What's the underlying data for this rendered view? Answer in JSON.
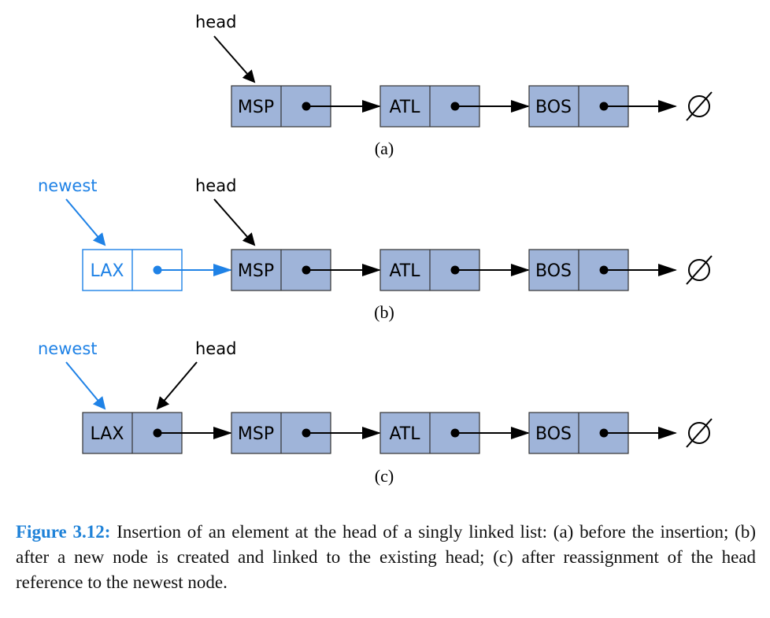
{
  "colors": {
    "node_fill": "#9fb4d9",
    "node_stroke": "#333333",
    "new_stroke": "#1f82e6",
    "new_fill": "#ffffff",
    "blue": "#1f82e6",
    "caption_label": "#1f82d8"
  },
  "pointers": {
    "head": "head",
    "newest": "newest"
  },
  "null_symbol": "∅",
  "panels": [
    {
      "label": "(a)",
      "nodes": [
        {
          "value": "MSP",
          "style": "normal"
        },
        {
          "value": "ATL",
          "style": "normal"
        },
        {
          "value": "BOS",
          "style": "normal"
        }
      ]
    },
    {
      "label": "(b)",
      "nodes": [
        {
          "value": "LAX",
          "style": "new"
        },
        {
          "value": "MSP",
          "style": "normal"
        },
        {
          "value": "ATL",
          "style": "normal"
        },
        {
          "value": "BOS",
          "style": "normal"
        }
      ]
    },
    {
      "label": "(c)",
      "nodes": [
        {
          "value": "LAX",
          "style": "normal"
        },
        {
          "value": "MSP",
          "style": "normal"
        },
        {
          "value": "ATL",
          "style": "normal"
        },
        {
          "value": "BOS",
          "style": "normal"
        }
      ]
    }
  ],
  "caption": {
    "label": "Figure 3.12:",
    "text": " Insertion of an element at the head of a singly linked list: (a) before the insertion; (b) after a new node is created and linked to the existing head; (c) after reassignment of the head reference to the newest node."
  }
}
